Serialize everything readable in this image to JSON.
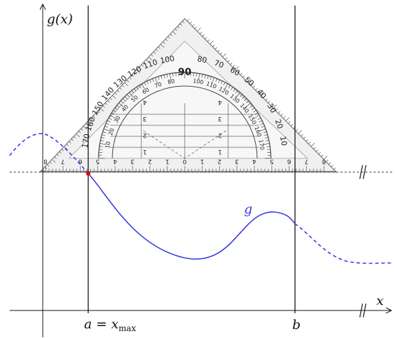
{
  "labels": {
    "y_axis": "g(x)",
    "x_axis": "x",
    "a_label": "a = x",
    "a_sub": "max",
    "b_label": "b",
    "func_label": "g"
  },
  "protractor": {
    "center_numeral": "90",
    "outer_scale": [
      "170",
      "160",
      "150",
      "140",
      "130",
      "120",
      "110",
      "100",
      "80",
      "70",
      "60",
      "50",
      "40",
      "30",
      "20",
      "10"
    ],
    "inner_scale": [
      "10",
      "20",
      "30",
      "40",
      "50",
      "60",
      "70",
      "80",
      "100",
      "110",
      "120",
      "130",
      "140",
      "150",
      "160",
      "170"
    ],
    "ruler_numbers": [
      "8",
      "7",
      "6",
      "5",
      "4",
      "3",
      "2",
      "1",
      "0",
      "1",
      "2",
      "3",
      "4",
      "5",
      "6",
      "7",
      "8"
    ],
    "square_numbers": [
      "4",
      "3",
      "2",
      "1"
    ]
  },
  "colors": {
    "curve": "#3a3ae6",
    "point": "#cc1111",
    "axis": "#111111",
    "triangle_fill": "#f0f0f0"
  }
}
